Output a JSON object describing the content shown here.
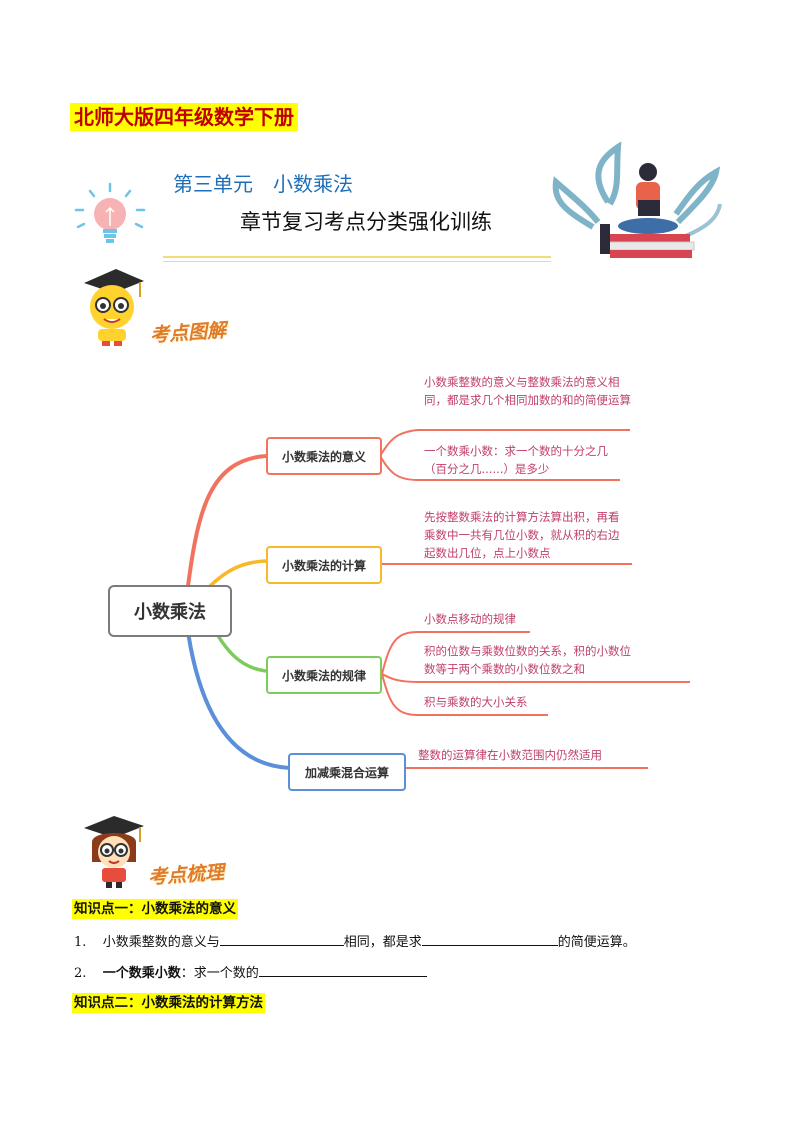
{
  "doc": {
    "book_title": "北师大版四年级数学下册",
    "unit_title": "第三单元　小数乘法",
    "unit_subtitle": "章节复习考点分类强化训练"
  },
  "sections": {
    "map_label": "考点图解",
    "review_label": "考点梳理"
  },
  "mindmap": {
    "root": "小数乘法",
    "branches": [
      {
        "label": "小数乘法的意义",
        "leaves": [
          "小数乘整数的意义与整数乘法的意义相同，都是求几个相同加数的和的简便运算",
          "一个数乘小数：求一个数的十分之几（百分之几......）是多少"
        ]
      },
      {
        "label": "小数乘法的计算",
        "leaves": [
          "先按整数乘法的计算方法算出积，再看乘数中一共有几位小数，就从积的右边起数出几位，点上小数点"
        ]
      },
      {
        "label": "小数乘法的规律",
        "leaves": [
          "小数点移动的规律",
          "积的位数与乘数位数的关系，积的小数位数等于两个乘数的小数位数之和",
          "积与乘数的大小关系"
        ]
      },
      {
        "label": "加减乘混合运算",
        "leaves": [
          "整数的运算律在小数范围内仍然适用"
        ]
      }
    ]
  },
  "knowledge": {
    "kp1_title": "知识点一：小数乘法的意义",
    "q1_num": "1.",
    "q1_a": "小数乘整数的意义与",
    "q1_b": "相同，都是求",
    "q1_c": "的简便运算。",
    "q2_num": "2.",
    "q2_a": "一个数乘小数",
    "q2_b": "：求一个数的",
    "kp2_title": "知识点二：小数乘法的计算方法"
  },
  "colors": {
    "branch1": "#f27260",
    "branch2": "#f7b82a",
    "branch3": "#7ccb5b",
    "branch4": "#5b8fd9",
    "leaf_text": "#c0406a",
    "title_red": "#c00000",
    "unit_blue": "#1f6fb8"
  }
}
